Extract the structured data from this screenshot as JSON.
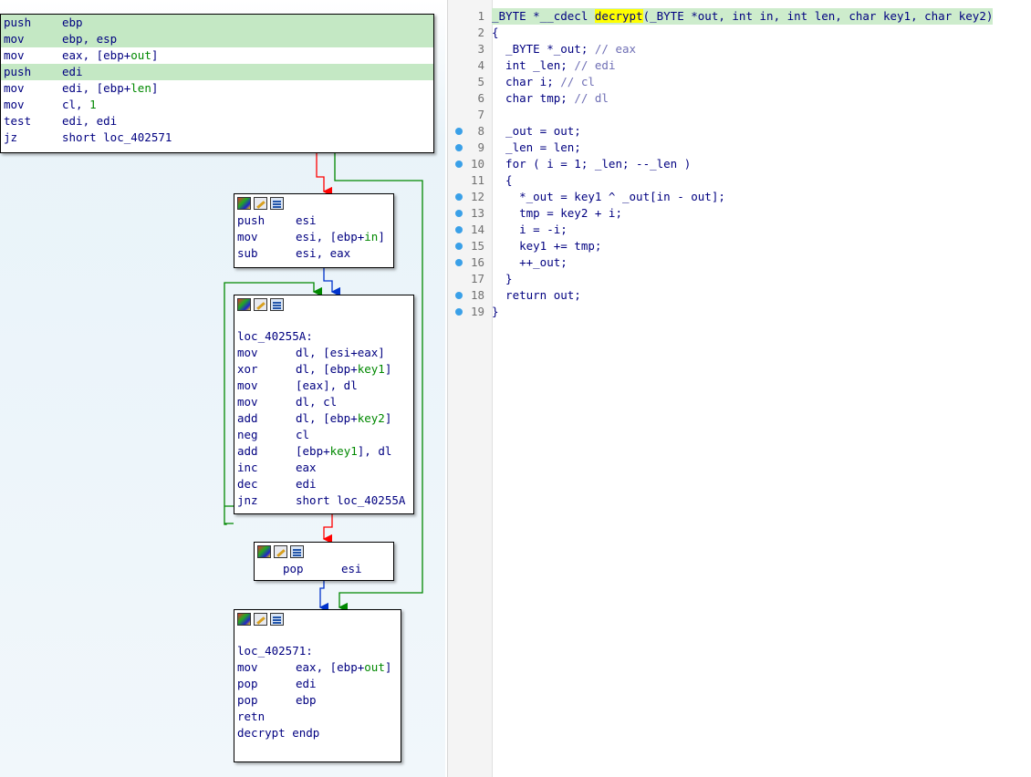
{
  "graph": {
    "block1": {
      "lines": [
        {
          "mn": "push",
          "op": "ebp",
          "hl": true
        },
        {
          "mn": "mov",
          "op": "ebp, esp",
          "hl": true
        },
        {
          "mn": "mov",
          "op": "eax, [ebp+",
          "opg": "out",
          "opt": "]",
          "hl": false
        },
        {
          "mn": "push",
          "op": "edi",
          "hl": true
        },
        {
          "mn": "mov",
          "op": "edi, [ebp+",
          "opg": "len",
          "opt": "]",
          "hl": false
        },
        {
          "mn": "mov",
          "op": "cl, ",
          "opg": "1",
          "opt": "",
          "hl": false
        },
        {
          "mn": "test",
          "op": "edi, edi",
          "hl": false
        },
        {
          "mn": "jz",
          "op": "short loc_402571",
          "hl": false
        }
      ]
    },
    "block2": {
      "lines": [
        {
          "mn": "push",
          "op": "esi"
        },
        {
          "mn": "mov",
          "op": "esi, [ebp+",
          "opg": "in",
          "opt": "]"
        },
        {
          "mn": "sub",
          "op": "esi, eax"
        }
      ]
    },
    "block3": {
      "label": "loc_40255A:",
      "lines": [
        {
          "mn": "mov",
          "op": "dl, [esi+eax]"
        },
        {
          "mn": "xor",
          "op": "dl, [ebp+",
          "opg": "key1",
          "opt": "]"
        },
        {
          "mn": "mov",
          "op": "[eax], dl"
        },
        {
          "mn": "mov",
          "op": "dl, cl"
        },
        {
          "mn": "add",
          "op": "dl, [ebp+",
          "opg": "key2",
          "opt": "]"
        },
        {
          "mn": "neg",
          "op": "cl"
        },
        {
          "mn": "add",
          "op": "[ebp+",
          "opg": "key1",
          "opt": "], dl"
        },
        {
          "mn": "inc",
          "op": "eax"
        },
        {
          "mn": "dec",
          "op": "edi"
        },
        {
          "mn": "jnz",
          "op": "short loc_40255A"
        }
      ]
    },
    "block4": {
      "lines": [
        {
          "mn": "pop",
          "op": "esi"
        }
      ]
    },
    "block5": {
      "label": "loc_402571:",
      "lines": [
        {
          "mn": "mov",
          "op": "eax, [ebp+",
          "opg": "out",
          "opt": "]"
        },
        {
          "mn": "pop",
          "op": "edi"
        },
        {
          "mn": "pop",
          "op": "ebp"
        },
        {
          "mn": "retn",
          "op": ""
        }
      ],
      "footer": "decrypt endp"
    }
  },
  "pseudocode": {
    "lines": [
      {
        "n": "1",
        "dot": false
      },
      {
        "n": "2",
        "dot": false,
        "text": "{"
      },
      {
        "n": "3",
        "dot": false,
        "text": "  _BYTE *_out; ",
        "cm": "// eax"
      },
      {
        "n": "4",
        "dot": false,
        "text": "  int _len; ",
        "cm": "// edi"
      },
      {
        "n": "5",
        "dot": false,
        "text": "  char i; ",
        "cm": "// cl"
      },
      {
        "n": "6",
        "dot": false,
        "text": "  char tmp; ",
        "cm": "// dl"
      },
      {
        "n": "7",
        "dot": false,
        "text": ""
      },
      {
        "n": "8",
        "dot": true,
        "text": "  _out = out;"
      },
      {
        "n": "9",
        "dot": true,
        "text": "  _len = len;"
      },
      {
        "n": "10",
        "dot": true,
        "text": "  for ( i = 1; _len; --_len )"
      },
      {
        "n": "11",
        "dot": false,
        "text": "  {"
      },
      {
        "n": "12",
        "dot": true,
        "text": "    *_out = key1 ^ _out[in - out];"
      },
      {
        "n": "13",
        "dot": true,
        "text": "    tmp = key2 + i;"
      },
      {
        "n": "14",
        "dot": true,
        "text": "    i = -i;"
      },
      {
        "n": "15",
        "dot": true,
        "text": "    key1 += tmp;"
      },
      {
        "n": "16",
        "dot": true,
        "text": "    ++_out;"
      },
      {
        "n": "17",
        "dot": false,
        "text": "  }"
      },
      {
        "n": "18",
        "dot": true,
        "text": "  return out;"
      },
      {
        "n": "19",
        "dot": true,
        "text": "}"
      }
    ],
    "signature": {
      "pre": "_BYTE *__cdecl ",
      "fn": "decrypt",
      "post": "(_BYTE *out, int in, int len, char key1, char key2)"
    }
  },
  "colors": {
    "edge_true": "#ff0000",
    "edge_false": "#008800",
    "edge_uncond": "#0033cc",
    "highlight_line": "#c4e8c4",
    "breakpoint_dot": "#3aa0e8"
  }
}
